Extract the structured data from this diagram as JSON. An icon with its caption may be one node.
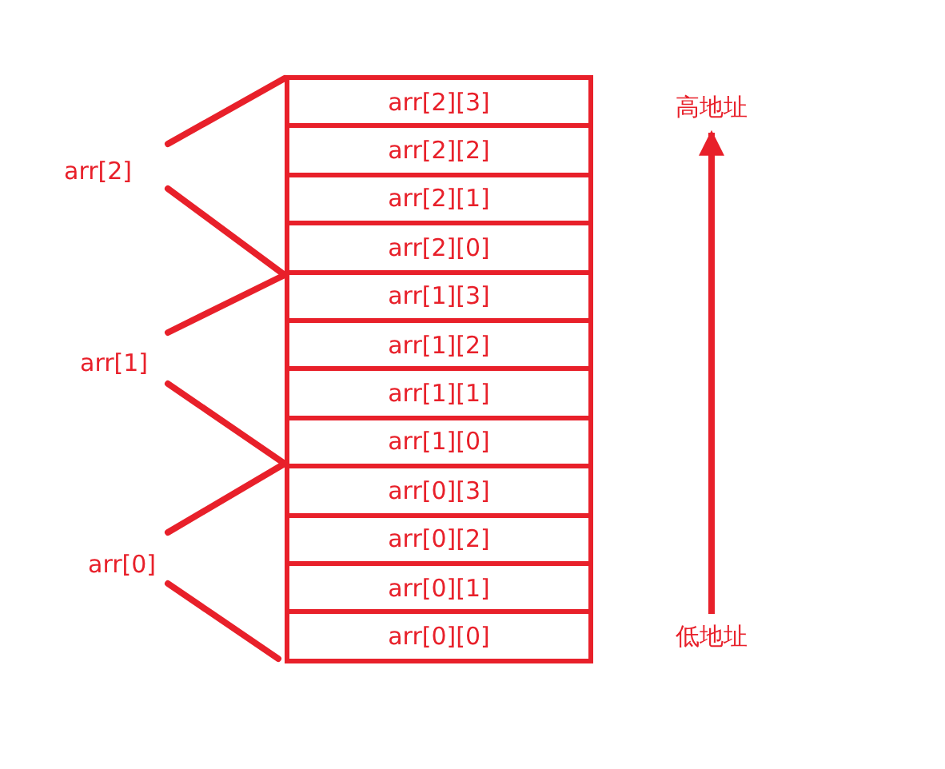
{
  "diagram": {
    "nodes": [
      {
        "text": [
          "arr[2][3]"
        ]
      },
      {
        "text": [
          "arr[2][2]"
        ]
      },
      {
        "text": [
          "arr[2][1]"
        ]
      },
      {
        "text": [
          "arr[2][0]"
        ]
      },
      {
        "text": [
          "arr[1][3]"
        ]
      },
      {
        "text": [
          "arr[1][2]"
        ]
      },
      {
        "text": [
          "arr[1][1]"
        ]
      },
      {
        "text": [
          "arr[1][0]"
        ]
      },
      {
        "text": [
          "arr[0][3]"
        ]
      },
      {
        "text": [
          "arr[0][2]"
        ]
      },
      {
        "text": [
          "arr[0][1]"
        ]
      },
      {
        "text": [
          "arr[0][0]"
        ]
      },
      {
        "text": [
          "高地址"
        ]
      },
      {
        "text": [
          "低地址"
        ]
      }
    ],
    "edges": [
      {
        "from": 13,
        "to": 12,
        "arrow": "to"
      }
    ],
    "labels": [
      "arr[2]",
      "arr[1]",
      "arr[0]"
    ]
  }
}
